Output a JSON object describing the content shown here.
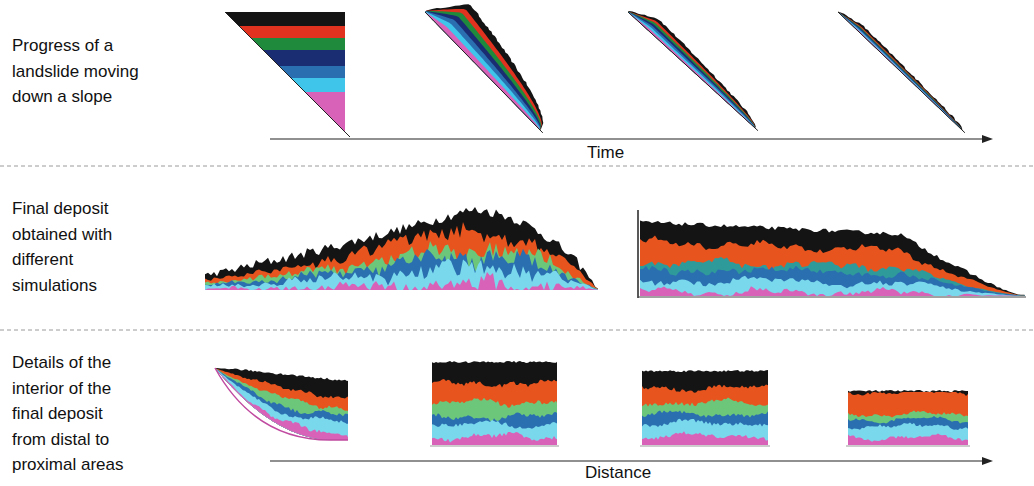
{
  "diagram": {
    "labels": [
      "Progress of a landslide moving down a slope",
      "Time",
      "Final deposit obtained with different simulations",
      "Details of the interior of the final deposit from distal to proximal areas",
      "Distance"
    ]
  }
}
